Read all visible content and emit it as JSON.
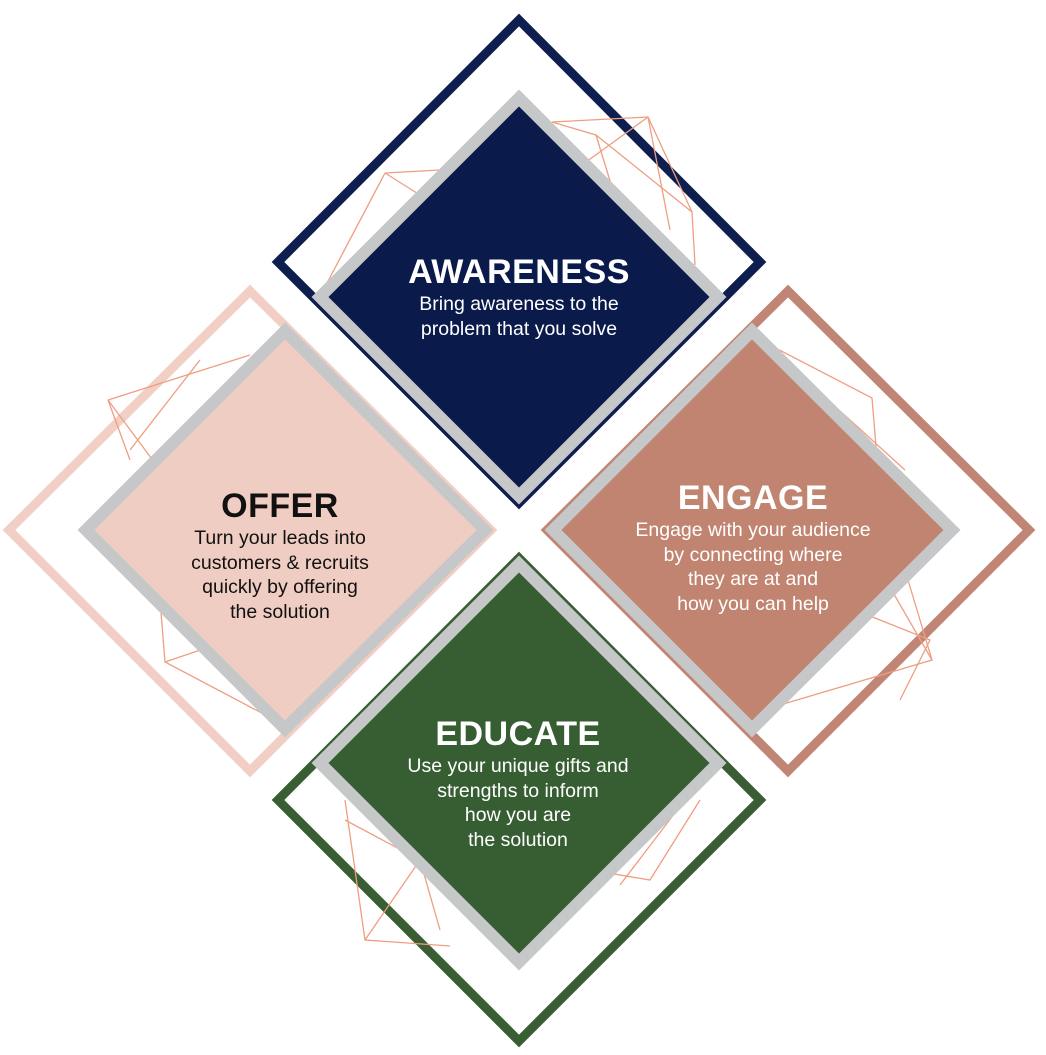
{
  "colors": {
    "awareness": "#0a1a4a",
    "engage": "#c08470",
    "offer": "#f0cdc2",
    "educate": "#375e32",
    "border_gray": "#c6c7c9",
    "wireframe": "#ef9e80"
  },
  "stages": {
    "awareness": {
      "title": "AWARENESS",
      "description": "Bring awareness to the\nproblem that you solve"
    },
    "engage": {
      "title": "ENGAGE",
      "description": "Engage with your audience\nby connecting where\nthey are at and\nhow you can help"
    },
    "offer": {
      "title": "OFFER",
      "description": "Turn your leads into\ncustomers & recruits\nquickly by offering\nthe solution"
    },
    "educate": {
      "title": "EDUCATE",
      "description": "Use your unique gifts and\nstrengths to inform\nhow you are\nthe solution"
    }
  }
}
